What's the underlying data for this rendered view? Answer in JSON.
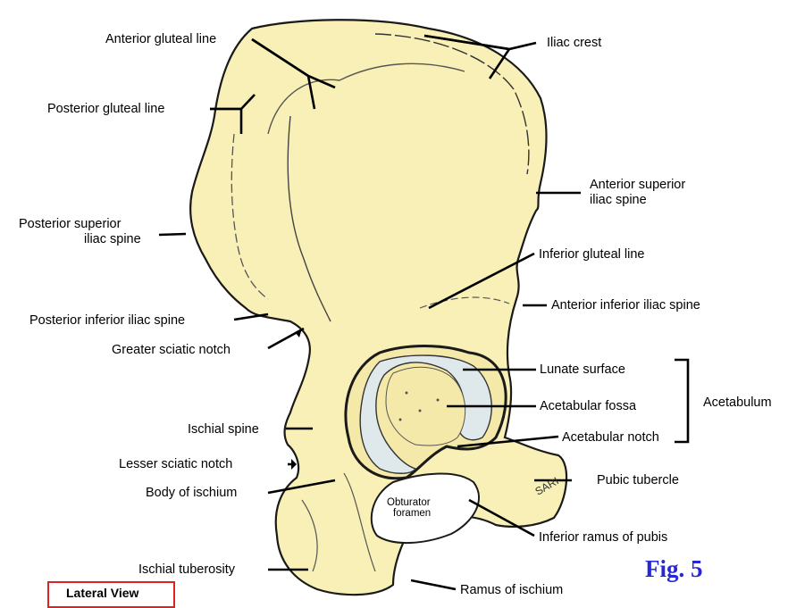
{
  "labels": {
    "anterior_gluteal_line": "Anterior gluteal line",
    "iliac_crest": "Iliac crest",
    "posterior_gluteal_line": "Posterior gluteal line",
    "anterior_superior_iliac_spine_1": "Anterior superior",
    "anterior_superior_iliac_spine_2": "iliac spine",
    "posterior_superior_iliac_spine_1": "Posterior superior",
    "posterior_superior_iliac_spine_2": "iliac spine",
    "inferior_gluteal_line": "Inferior gluteal line",
    "anterior_inferior_iliac_spine": "Anterior inferior iliac spine",
    "posterior_inferior_iliac_spine": "Posterior inferior iliac spine",
    "greater_sciatic_notch": "Greater sciatic notch",
    "lunate_surface": "Lunate surface",
    "acetabular_fossa": "Acetabular fossa",
    "acetabulum": "Acetabulum",
    "ischial_spine": "Ischial spine",
    "acetabular_notch": "Acetabular notch",
    "lesser_sciatic_notch": "Lesser sciatic notch",
    "pubic_tubercle": "Pubic tubercle",
    "body_of_ischium": "Body of ischium",
    "obturator_foramen_1": "Obturator",
    "obturator_foramen_2": "foramen",
    "inferior_ramus_of_pubis": "Inferior ramus of pubis",
    "ischial_tuberosity": "Ischial tuberosity",
    "ramus_of_ischium": "Ramus of ischium",
    "signature": "SARI"
  },
  "figure_label": "Fig. 5",
  "view_label": "Lateral View",
  "colors": {
    "bone": "#f8f0b6",
    "bone_shade": "#eee2a0",
    "cartilage": "#dfe8ea",
    "outline": "#1a1a1a",
    "fig_label": "#2727d8",
    "view_border": "#dd2222"
  }
}
